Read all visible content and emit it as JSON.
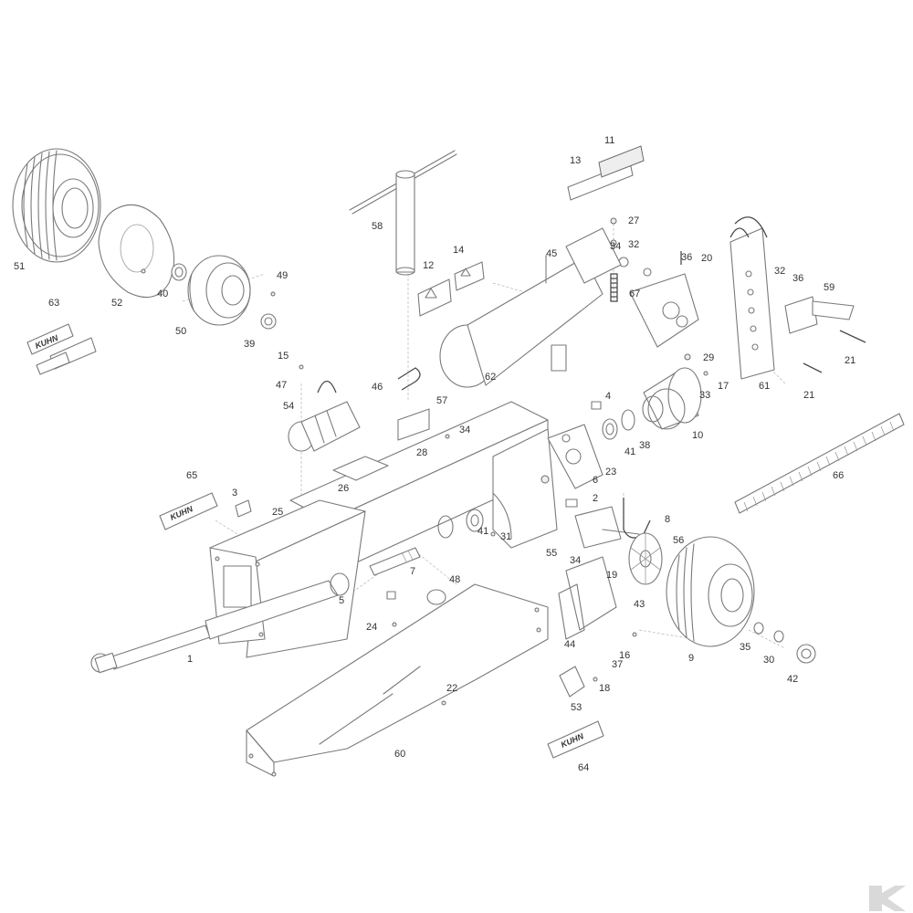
{
  "callouts": [
    {
      "label": "1"
    },
    {
      "label": "2"
    },
    {
      "label": "3"
    },
    {
      "label": "4"
    },
    {
      "label": "5"
    },
    {
      "label": "6"
    },
    {
      "label": "7"
    },
    {
      "label": "8"
    },
    {
      "label": "9"
    },
    {
      "label": "10"
    },
    {
      "label": "11"
    },
    {
      "label": "12"
    },
    {
      "label": "13"
    },
    {
      "label": "14"
    },
    {
      "label": "15"
    },
    {
      "label": "16"
    },
    {
      "label": "17"
    },
    {
      "label": "18"
    },
    {
      "label": "19"
    },
    {
      "label": "20"
    },
    {
      "label": "21"
    },
    {
      "label": "21"
    },
    {
      "label": "22"
    },
    {
      "label": "23"
    },
    {
      "label": "24"
    },
    {
      "label": "25"
    },
    {
      "label": "26"
    },
    {
      "label": "27"
    },
    {
      "label": "28"
    },
    {
      "label": "29"
    },
    {
      "label": "30"
    },
    {
      "label": "31"
    },
    {
      "label": "32"
    },
    {
      "label": "32"
    },
    {
      "label": "33"
    },
    {
      "label": "34"
    },
    {
      "label": "34"
    },
    {
      "label": "34"
    },
    {
      "label": "35"
    },
    {
      "label": "36"
    },
    {
      "label": "36"
    },
    {
      "label": "37"
    },
    {
      "label": "38"
    },
    {
      "label": "39"
    },
    {
      "label": "40"
    },
    {
      "label": "41"
    },
    {
      "label": "41"
    },
    {
      "label": "42"
    },
    {
      "label": "43"
    },
    {
      "label": "44"
    },
    {
      "label": "45"
    },
    {
      "label": "46"
    },
    {
      "label": "47"
    },
    {
      "label": "48"
    },
    {
      "label": "49"
    },
    {
      "label": "50"
    },
    {
      "label": "51"
    },
    {
      "label": "52"
    },
    {
      "label": "53"
    },
    {
      "label": "54"
    },
    {
      "label": "55"
    },
    {
      "label": "56"
    },
    {
      "label": "57"
    },
    {
      "label": "58"
    },
    {
      "label": "59"
    },
    {
      "label": "60"
    },
    {
      "label": "61"
    },
    {
      "label": "62"
    },
    {
      "label": "63"
    },
    {
      "label": "64"
    },
    {
      "label": "65"
    },
    {
      "label": "66"
    },
    {
      "label": "67"
    }
  ],
  "decals": {
    "brand_text": "KUHN"
  },
  "colors": {
    "line": "#7a7a7a",
    "label": "#333333",
    "corner_logo": "#d9d9d9"
  },
  "icons": {
    "corner_logo": "k-logo-icon"
  }
}
